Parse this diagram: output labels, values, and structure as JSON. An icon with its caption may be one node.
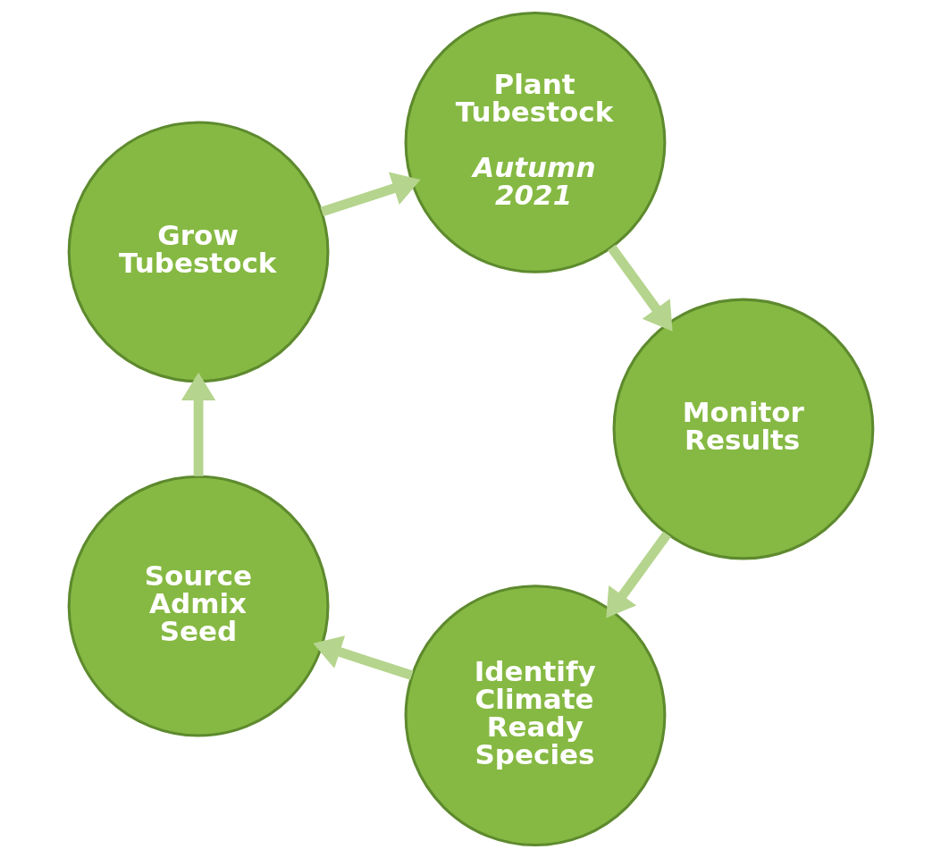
{
  "diagram": {
    "nodes": [
      {
        "text": [
          "Identify Climate Ready Species"
        ]
      },
      {
        "text": [
          "Source Admix Seed"
        ]
      },
      {
        "text": [
          "Grow Tubestock"
        ]
      },
      {
        "text": [
          "Plant Tubestock",
          "Autumn 2021"
        ]
      },
      {
        "text": [
          "Monitor Results"
        ]
      }
    ],
    "edges": [
      {
        "from": 0,
        "to": 1,
        "arrow": "to"
      },
      {
        "from": 1,
        "to": 2,
        "arrow": "to"
      },
      {
        "from": 2,
        "to": 3,
        "arrow": "to"
      },
      {
        "from": 3,
        "to": 4,
        "arrow": "to"
      },
      {
        "from": 4,
        "to": 0,
        "arrow": "to"
      }
    ]
  }
}
